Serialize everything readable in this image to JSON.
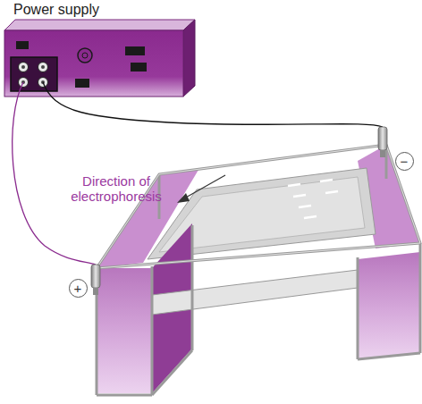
{
  "diagram": {
    "nodes": [
      {
        "text": [
          "Power supply"
        ]
      },
      {
        "text": [
          "−"
        ]
      },
      {
        "text": [
          "+"
        ]
      }
    ],
    "labels": [
      "Direction of electrophoresis"
    ]
  }
}
